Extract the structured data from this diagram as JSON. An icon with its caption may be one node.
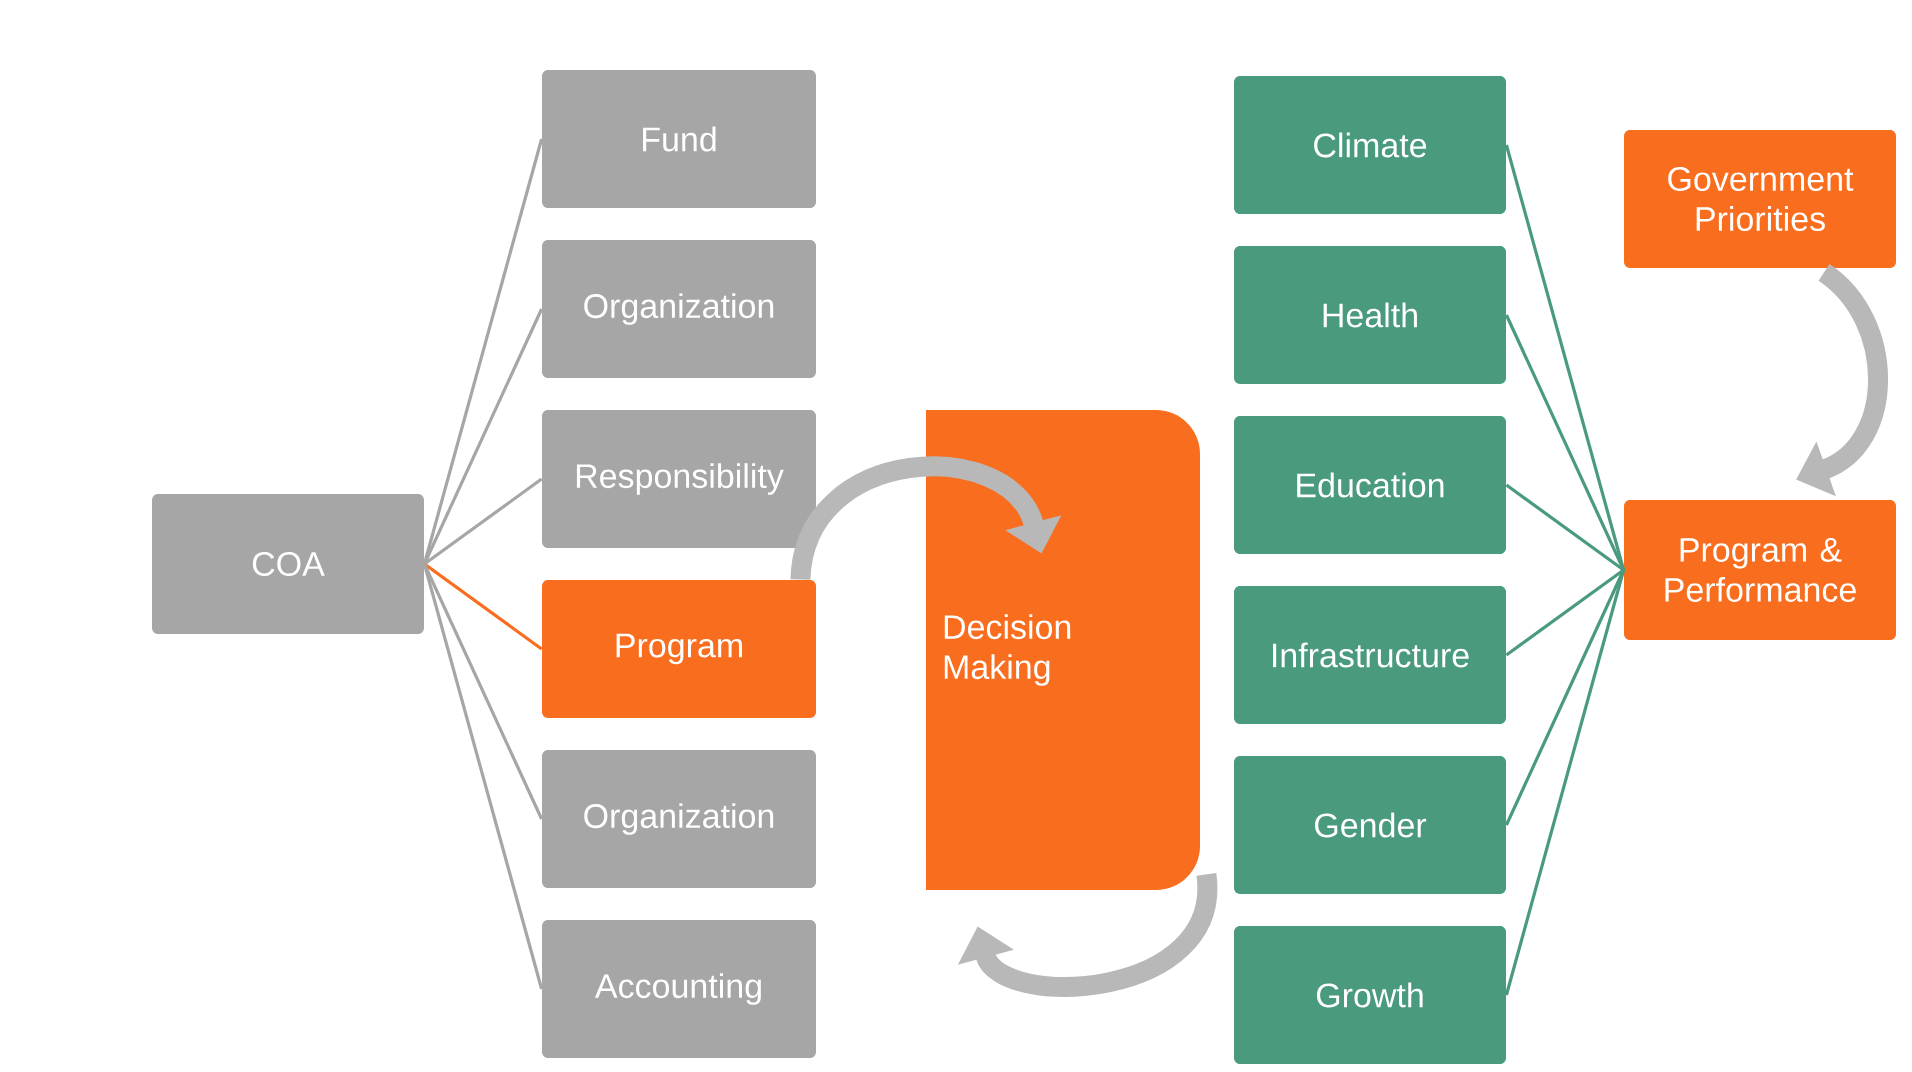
{
  "diagram": {
    "nodes": [
      {
        "text": [
          "COA"
        ]
      },
      {
        "text": [
          "Fund"
        ]
      },
      {
        "text": [
          "Organization"
        ]
      },
      {
        "text": [
          "Responsibility"
        ]
      },
      {
        "text": [
          "Program"
        ]
      },
      {
        "text": [
          "Organization"
        ]
      },
      {
        "text": [
          "Accounting"
        ]
      },
      {
        "text": [
          "Decision Making"
        ]
      },
      {
        "text": [
          "Climate"
        ]
      },
      {
        "text": [
          "Health"
        ]
      },
      {
        "text": [
          "Education"
        ]
      },
      {
        "text": [
          "Infrastructure"
        ]
      },
      {
        "text": [
          "Gender"
        ]
      },
      {
        "text": [
          "Growth"
        ]
      },
      {
        "text": [
          "Government Priorities"
        ]
      },
      {
        "text": [
          "Program & Performance"
        ]
      }
    ],
    "edges": [
      {
        "from": 0,
        "to": 1,
        "arrow": "none",
        "color": "#a6a6a6"
      },
      {
        "from": 0,
        "to": 2,
        "arrow": "none",
        "color": "#a6a6a6"
      },
      {
        "from": 0,
        "to": 3,
        "arrow": "none",
        "color": "#a6a6a6"
      },
      {
        "from": 0,
        "to": 4,
        "arrow": "none",
        "color": "#f96d1e"
      },
      {
        "from": 0,
        "to": 5,
        "arrow": "none",
        "color": "#a6a6a6"
      },
      {
        "from": 0,
        "to": 6,
        "arrow": "none",
        "color": "#a6a6a6"
      },
      {
        "from": 4,
        "to": 7,
        "arrow": "to",
        "style": "thick",
        "color": "#b8b8b8"
      },
      {
        "from": 7,
        "to": 7,
        "arrow": "to",
        "style": "thick",
        "color": "#b8b8b8"
      },
      {
        "from": 8,
        "to": 15,
        "arrow": "none"
      },
      {
        "from": 9,
        "to": 15,
        "arrow": "none"
      },
      {
        "from": 10,
        "to": 15,
        "arrow": "none"
      },
      {
        "from": 11,
        "to": 15,
        "arrow": "none"
      },
      {
        "from": 12,
        "to": 15,
        "arrow": "none"
      },
      {
        "from": 13,
        "to": 15,
        "arrow": "none"
      },
      {
        "from": 14,
        "to": 15,
        "arrow": "to",
        "style": "thick",
        "color": "#b8b8b8"
      }
    ]
  }
}
